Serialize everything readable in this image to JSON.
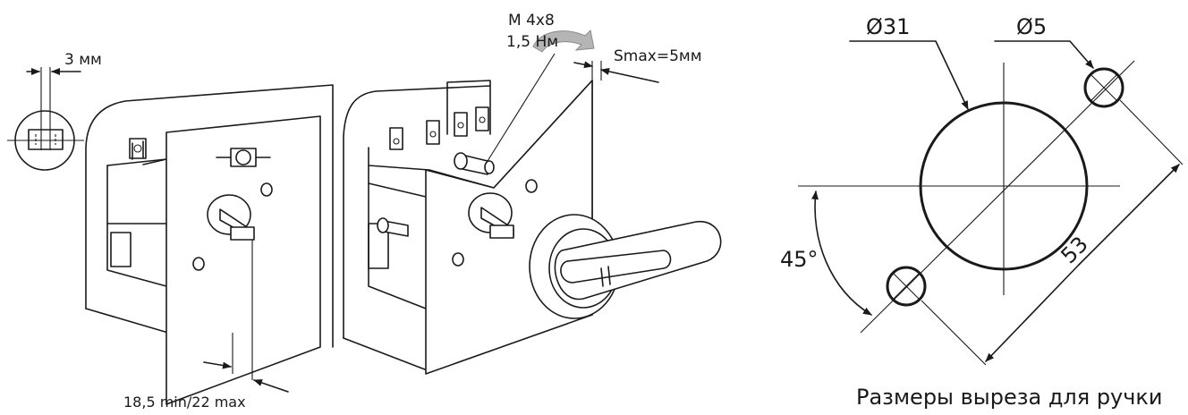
{
  "labels": {
    "gap": "3 мм",
    "screw": "M 4x8",
    "torque": "1,5 Нм",
    "panel_thickness": "Smax=5мм",
    "shaft_length": "18,5 min/22 max",
    "hole_large": "Ø31",
    "hole_small": "Ø5",
    "hole_spacing": "53",
    "angle": "45°",
    "caption": "Размеры выреза для ручки"
  },
  "colors": {
    "line": "#1a1a1a",
    "arrow_gray": "#b5b5b5",
    "background": "#ffffff"
  },
  "icons": {
    "rotate_arrow": "curved-arrow-icon"
  }
}
